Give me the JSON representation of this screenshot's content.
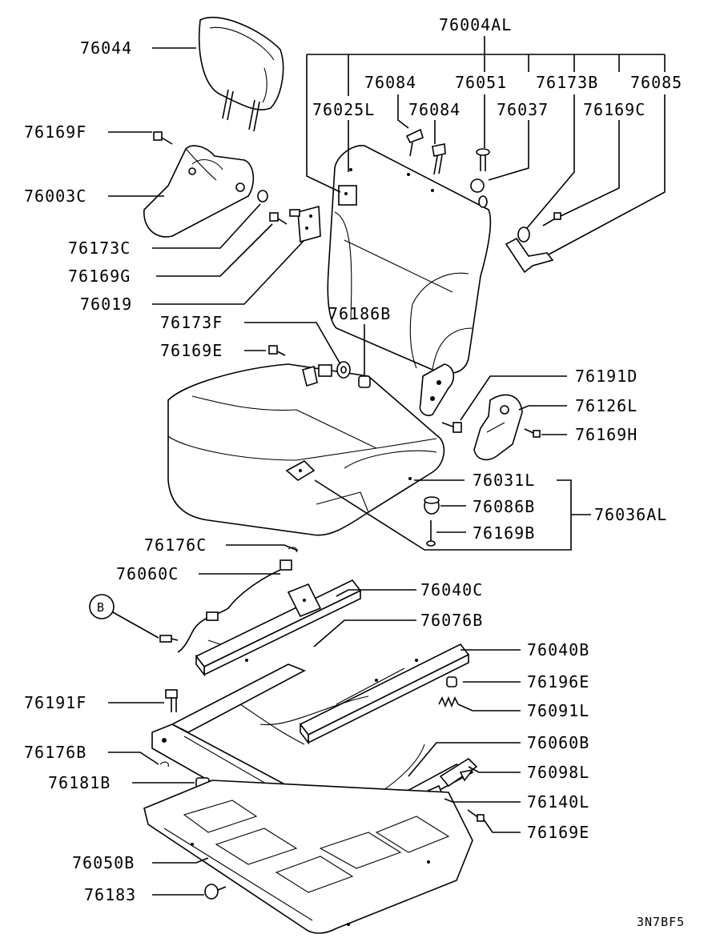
{
  "diagram_code": "3N7BF5",
  "callout_marker": "B",
  "labels": {
    "p76044": "76044",
    "p76169F": "76169F",
    "p76003C": "76003C",
    "p76173C": "76173C",
    "p76169G": "76169G",
    "p76019": "76019",
    "p76004AL": "76004AL",
    "p76084a": "76084",
    "p76051": "76051",
    "p76173B": "76173B",
    "p76085": "76085",
    "p76025L": "76025L",
    "p76084b": "76084",
    "p76037": "76037",
    "p76169C": "76169C",
    "p76186B": "76186B",
    "p76173F": "76173F",
    "p76169E_top": "76169E",
    "p76191D": "76191D",
    "p76126L": "76126L",
    "p76169H": "76169H",
    "p76031L": "76031L",
    "p76086B": "76086B",
    "p76036AL": "76036AL",
    "p76169B": "76169B",
    "p76176C": "76176C",
    "p76060C": "76060C",
    "p76040C": "76040C",
    "p76076B": "76076B",
    "p76040B": "76040B",
    "p76196E": "76196E",
    "p76191F": "76191F",
    "p76091L": "76091L",
    "p76176B": "76176B",
    "p76060B": "76060B",
    "p76181B": "76181B",
    "p76098L": "76098L",
    "p76140L": "76140L",
    "p76169E_bottom": "76169E",
    "p76050B": "76050B",
    "p76183": "76183"
  }
}
